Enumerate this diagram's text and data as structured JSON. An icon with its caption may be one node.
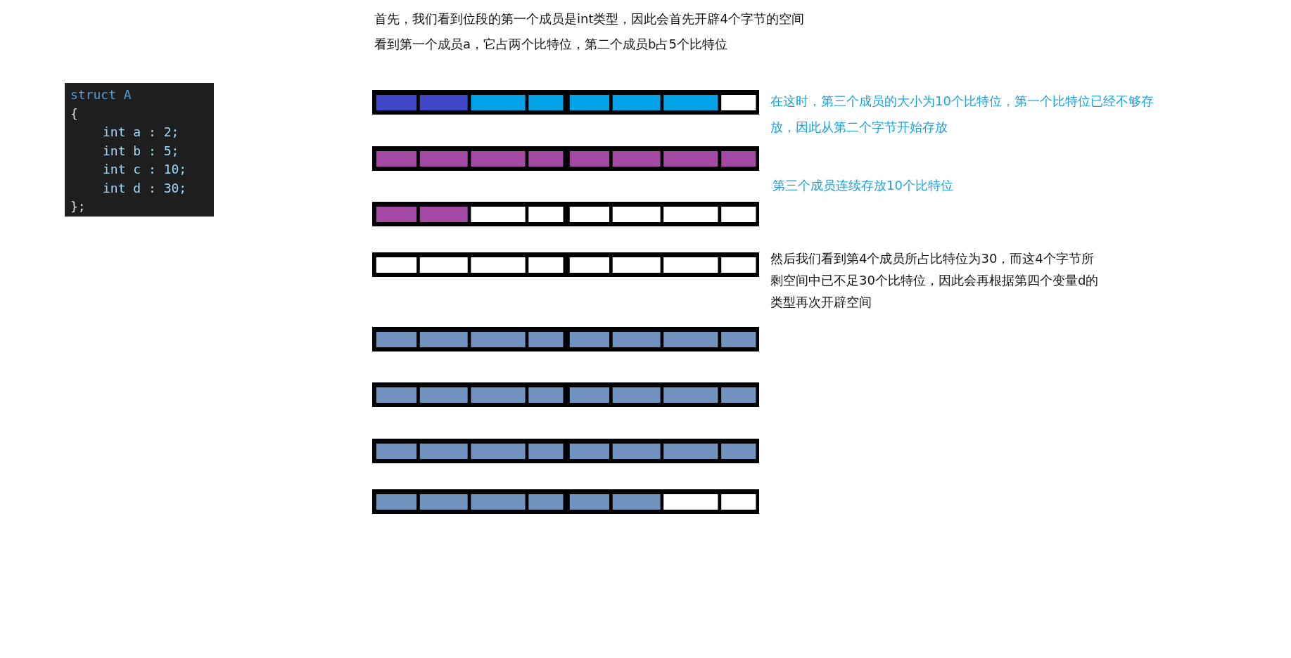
{
  "diagram": {
    "nodes": [
      {
        "text": [
          "struct A",
          "{",
          "int a : 2;",
          "int b : 5;",
          "int c : 10;",
          "int d : 30;",
          "};"
        ]
      }
    ],
    "labels": [
      "首先，我们看到位段的第一个成员是int类型，因此会首先开辟4个字节的空间",
      "看到第一个成员a，它占两个比特位，第二个成员b占5个比特位",
      "在这时，第三个成员的大小为10个比特位，第一个比特位已经不够存放，因此从第二个字节开始存放",
      "第三个成员连续存放10个比特位",
      "然后我们看到第4个成员所占比特位为30，而这4个字节所剩空间中已不足30个比特位，因此会再根据第四个变量d的类型再次开辟空间"
    ]
  }
}
